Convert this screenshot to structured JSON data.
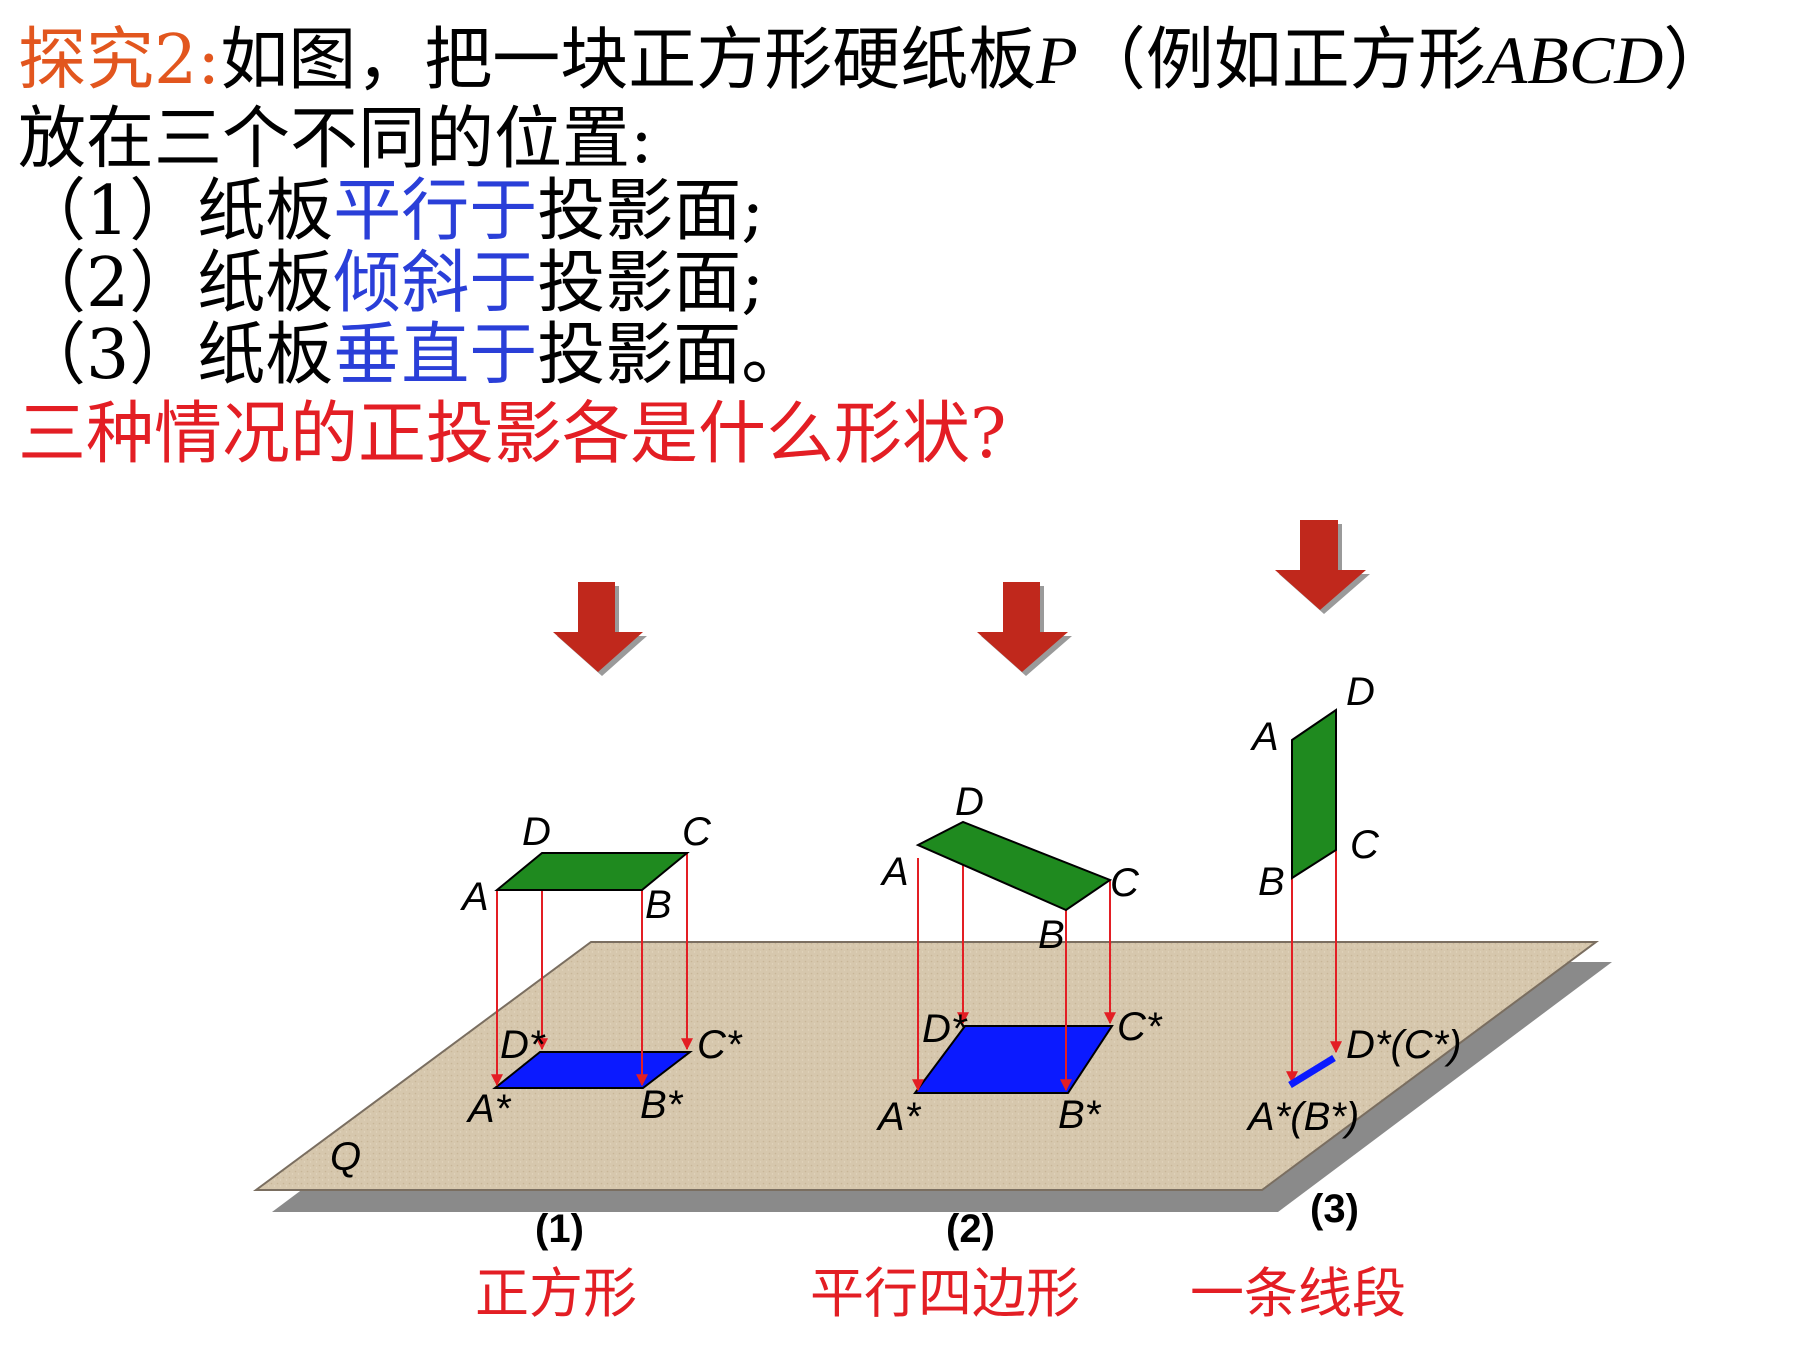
{
  "text": {
    "line1_prefix": "探究2:",
    "line1_main": "如图，把一块正方形硬纸板",
    "line1_p": "P",
    "line1_mid": "（例如正方形",
    "line1_abcd": "ABCD",
    "line1_end": "）",
    "line2": "放在三个不同的位置:",
    "item1_pre": "（1）纸板",
    "item1_key": "平行于",
    "item1_post": "投影面;",
    "item2_pre": "（2）纸板",
    "item2_key": "倾斜于",
    "item2_post": "投影面;",
    "item3_pre": "（3）纸板",
    "item3_key": "垂直于",
    "item3_post": "投影面。",
    "question": "三种情况的正投影各是什么形状?"
  },
  "diagram": {
    "plane_label": "Q",
    "fig1": {
      "points": {
        "A": "A",
        "B": "B",
        "C": "C",
        "D": "D"
      },
      "proj": {
        "A": "A*",
        "B": "B*",
        "C": "C*",
        "D": "D*"
      },
      "caption": "(1)",
      "answer": "正方形"
    },
    "fig2": {
      "points": {
        "A": "A",
        "B": "B",
        "C": "C",
        "D": "D"
      },
      "proj": {
        "A": "A*",
        "B": "B*",
        "C": "C*",
        "D": "D*"
      },
      "caption": "(2)",
      "answer": "平行四边形"
    },
    "fig3": {
      "points": {
        "A": "A",
        "B": "B",
        "C": "C",
        "D": "D"
      },
      "proj": {
        "AB": "A*(B*)",
        "DC": "D*(C*)"
      },
      "caption": "(3)",
      "answer": "一条线段"
    }
  },
  "colors": {
    "orange": "#e2561e",
    "blue": "#2a3fd8",
    "red": "#e31e24",
    "board_green": "#1f8a1f",
    "shadow_blue": "#0b1aff",
    "plane": "#d8c8b0",
    "arrow_dark_red": "#c0281c"
  }
}
